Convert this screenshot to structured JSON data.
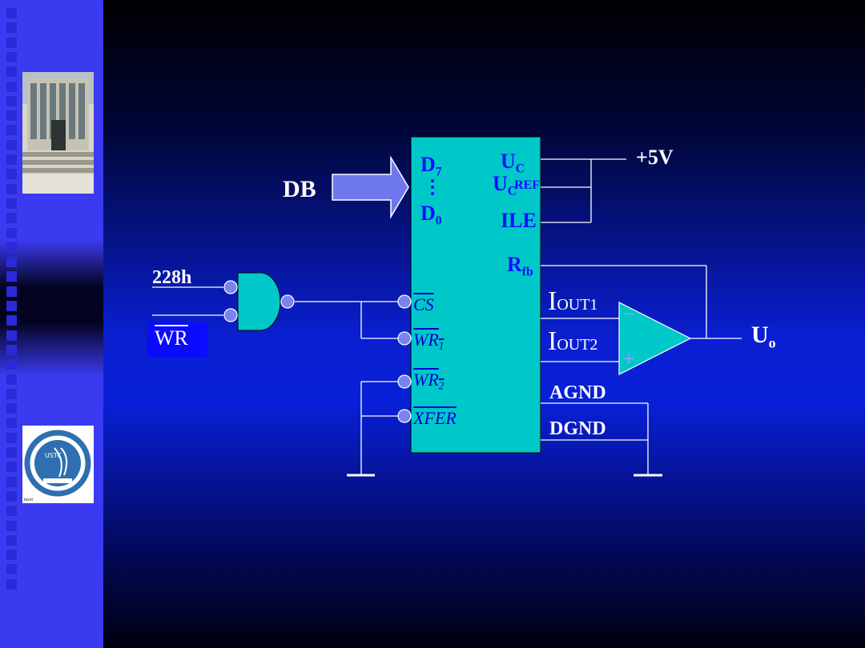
{
  "db": "DB",
  "addr": "228h",
  "wr": "WR",
  "vcc": "+5V",
  "out": "U",
  "out_sub": "o",
  "chip": {
    "d7": "D",
    "d7_sub": "7",
    "d0": "D",
    "d0_sub": "0",
    "uc": "U",
    "uc_sub": "C",
    "uref": "U",
    "uref_sub": "C",
    "uref_sub2": "REF",
    "ile": "ILE",
    "rfb": "R",
    "rfb_sub": "fb",
    "iout1": "I",
    "iout1_sub": "OUT1",
    "iout2": "I",
    "iout2_sub": "OUT2",
    "agnd": "AGND",
    "dgnd": "DGND",
    "cs": "CS",
    "wr1": "WR",
    "wr1_sub": "1",
    "wr2": "WR",
    "wr2_sub": "2",
    "xfer": "XFER"
  },
  "opamp": {
    "minus": "−",
    "plus": "+"
  },
  "colors": {
    "chip": "#00c8c8",
    "arrow": "#6f78ee",
    "bubble": "#7b83f0",
    "wire": "#ffffff"
  }
}
